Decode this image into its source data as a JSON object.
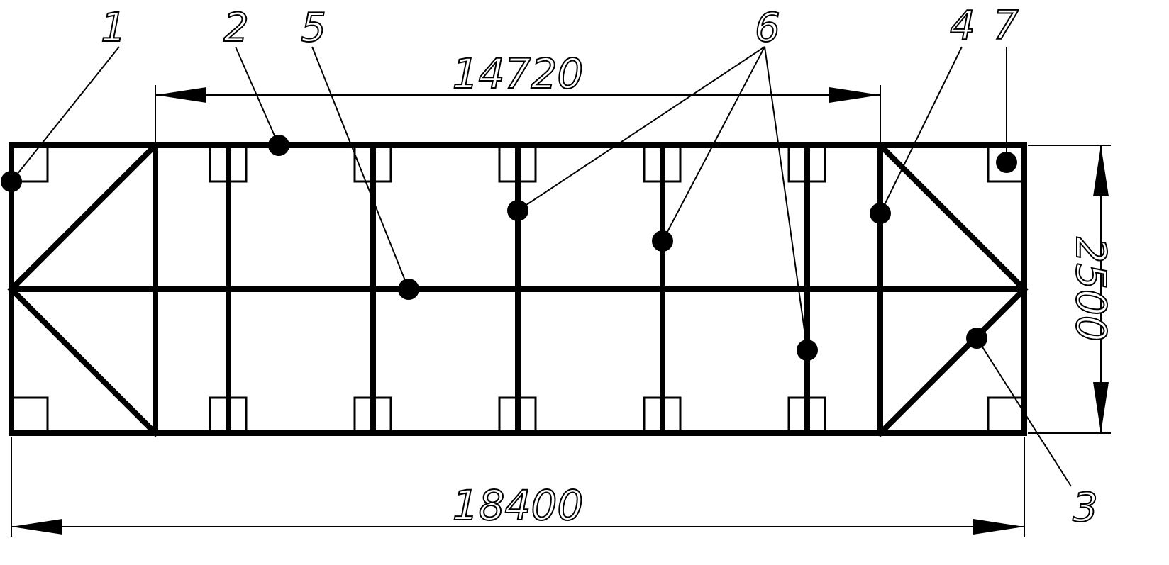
{
  "colors": {
    "line": "#000000",
    "background": "#ffffff"
  },
  "callouts": {
    "c1": "1",
    "c2": "2",
    "c3": "3",
    "c4": "4",
    "c5": "5",
    "c6": "6",
    "c7": "7"
  },
  "dimensions": {
    "top": "14720",
    "bottom": "18400",
    "right": "2500"
  }
}
